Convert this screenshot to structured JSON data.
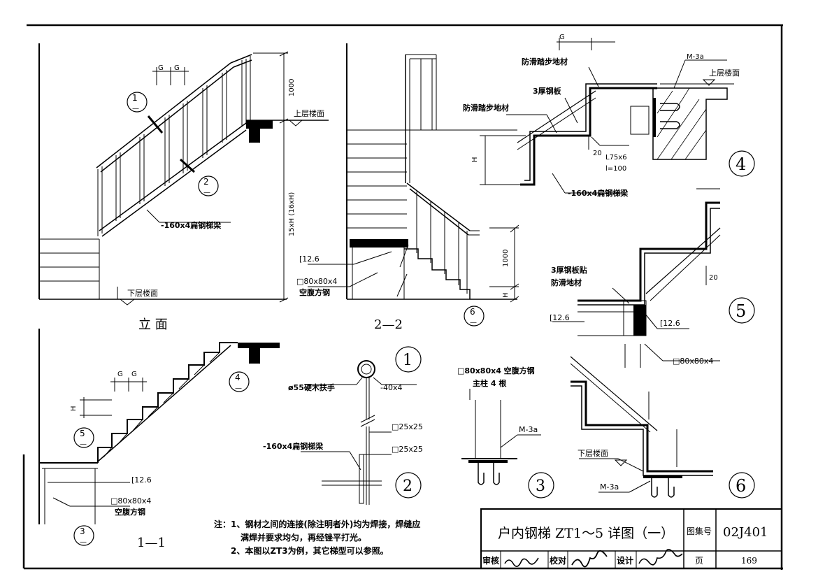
{
  "views": {
    "elevation": {
      "title": "立  面",
      "upper_floor": "上层楼面",
      "lower_floor": "下层楼面",
      "beam": "-160x4扁钢梯梁",
      "dim_1000": "1000",
      "dim_height": "15xH (16xH)",
      "g1": "G",
      "g2": "G",
      "ref1_top": "1",
      "ref1_bot": "—",
      "ref2_top": "2",
      "ref2_bot": "—"
    },
    "section_2_2": {
      "title": "2—2",
      "channel": "[12.6",
      "tube_a": "□80x80x4",
      "tube_b": "空腹方钢",
      "dim_1000": "1000",
      "dim_h": "H",
      "ref6_top": "6",
      "ref6_bot": "—"
    },
    "section_1_1": {
      "title": "1—1",
      "channel": "[12.6",
      "tube_a": "□80x80x4",
      "tube_b": "空腹方钢",
      "g1": "G",
      "g2": "G",
      "dim_h": "H",
      "ref4_top": "4",
      "ref4_bot": "—",
      "ref5_top": "5",
      "ref5_bot": "—",
      "ref3_top": "3",
      "ref3_bot": "—"
    },
    "detail1": {
      "num": "1",
      "handrail": "ø55硬木扶手",
      "flat": "-40x4",
      "sq1": "□25x25",
      "sq2": "□25x25",
      "beam": "-160x4扁钢梯梁"
    },
    "detail2": {
      "num": "2"
    },
    "detail3": {
      "num": "3",
      "tube": "□80x80x4 空腹方钢",
      "post": "主柱 4 根",
      "anchor": "M-3a"
    },
    "detail4": {
      "num": "4",
      "g": "G",
      "anchor": "M-3a",
      "upper_floor": "上层楼面",
      "anti_slip_a": "防滑踏步地材",
      "plate": "3厚钢板",
      "anti_slip_b": "防滑踏步地材",
      "angle_a": "L75x6",
      "angle_b": "l=100",
      "dim_20": "20",
      "dim_h": "H",
      "beam": "-160x4扁钢梯梁"
    },
    "detail5": {
      "num": "5",
      "plate_a": "3厚钢板贴",
      "plate_b": "防滑地材",
      "dim_20": "20",
      "channel_a": "[12.6",
      "channel_b": "[12.6",
      "tube": "□80x80x4"
    },
    "detail6": {
      "num": "6",
      "lower_floor": "下层楼面",
      "anchor": "M-3a"
    }
  },
  "notes": {
    "line1": "注：1、钢材之间的连接(除注明者外)均为焊接，焊缝应",
    "line2": "满焊并要求均匀，再经锉平打光。",
    "line3": "2、本图以ZT3为例，其它梯型可以参照。"
  },
  "title_block": {
    "title": "户内钢梯 ZT1～5 详图（一）",
    "atlas_label": "图集号",
    "atlas_no": "02J401",
    "review_label": "审核",
    "check_label": "校对",
    "design_label": "设计",
    "page_label": "页",
    "page_no": "169"
  }
}
